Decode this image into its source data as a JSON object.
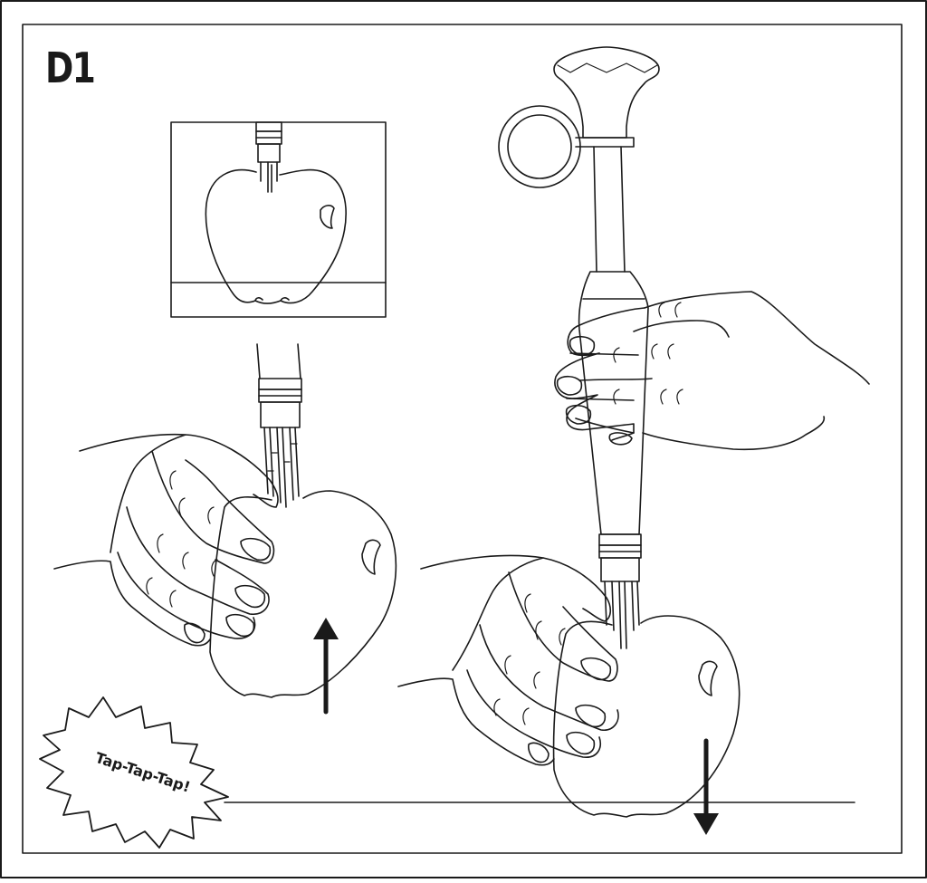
{
  "step": {
    "label": "D1"
  },
  "burst": {
    "text": "Tap-Tap-Tap!"
  },
  "colors": {
    "ink": "#1a1a1a",
    "paper": "#ffffff"
  },
  "arrows": {
    "left": "up",
    "right": "down"
  }
}
